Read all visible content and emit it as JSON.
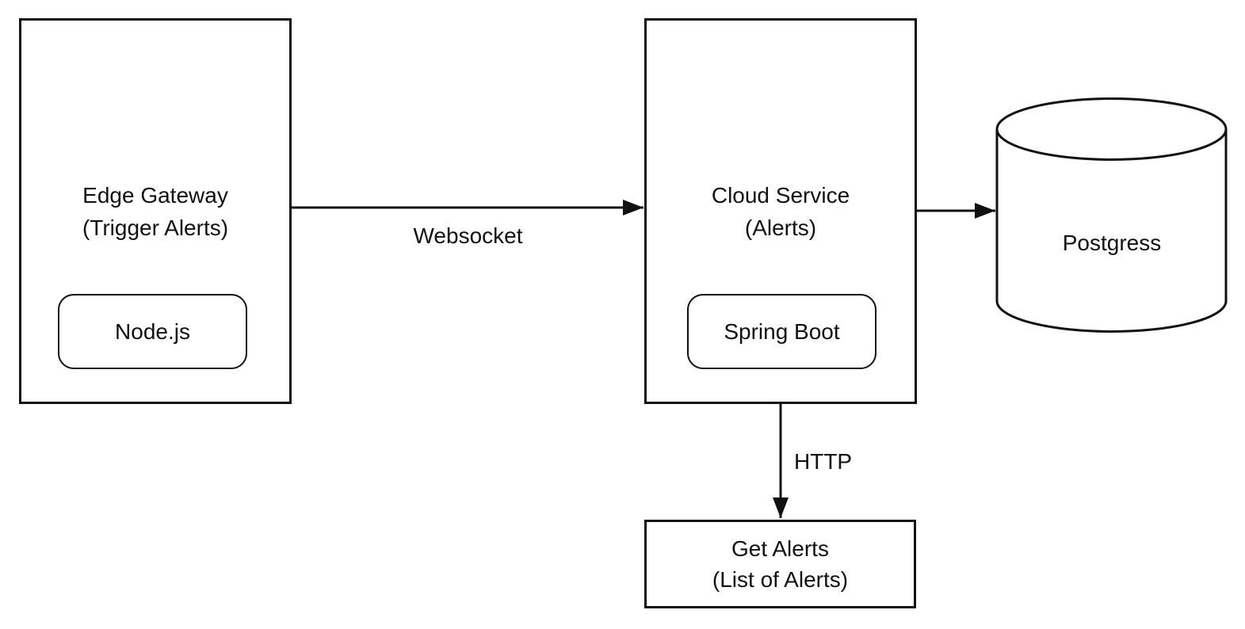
{
  "diagram": {
    "background": "#ffffff",
    "stroke_color": "#111111",
    "nodes": {
      "edge_gateway": {
        "title_line1": "Edge Gateway",
        "title_line2": "(Trigger Alerts)",
        "tech_label": "Node.js",
        "shape": "rectangle"
      },
      "cloud_service": {
        "title_line1": "Cloud Service",
        "title_line2": "(Alerts)",
        "tech_label": "Spring Boot",
        "shape": "rectangle"
      },
      "database": {
        "label": "Postgress",
        "shape": "cylinder"
      },
      "get_alerts": {
        "title_line1": "Get Alerts",
        "title_line2": "(List of Alerts)",
        "shape": "rectangle"
      }
    },
    "edges": {
      "websocket": {
        "label": "Websocket",
        "from": "edge_gateway",
        "to": "cloud_service",
        "direction": "right"
      },
      "cloud_to_db": {
        "label": "",
        "from": "cloud_service",
        "to": "database",
        "direction": "right"
      },
      "http": {
        "label": "HTTP",
        "from": "cloud_service",
        "to": "get_alerts",
        "direction": "down"
      }
    }
  }
}
